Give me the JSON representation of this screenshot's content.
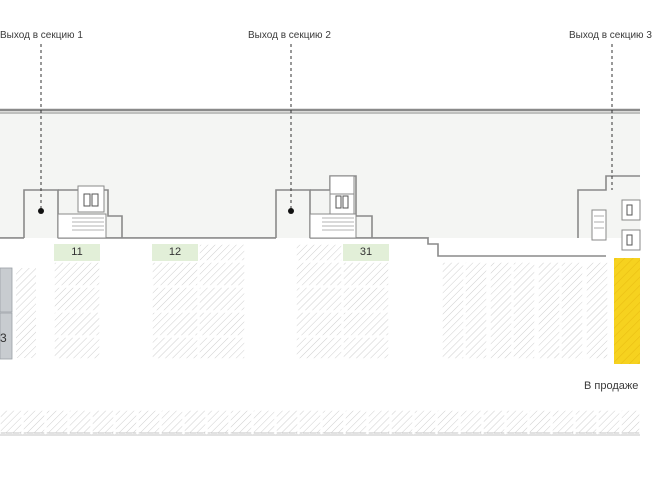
{
  "exits": [
    {
      "label": "Выход в секцию 1"
    },
    {
      "label": "Выход в секцию 2"
    },
    {
      "label": "Выход в секцию 3"
    }
  ],
  "spaces": [
    {
      "number": "11"
    },
    {
      "number": "12"
    },
    {
      "number": "31"
    }
  ],
  "edge_number": "3",
  "for_sale_label": "В продаже",
  "colors": {
    "wall": "#8a8a8a",
    "light_zone": "#f4f5f3",
    "hatch": "#cccccc",
    "highlight_green": "#e2efd8",
    "for_sale": "#f6d21f",
    "left_block": "#c8ccd0"
  },
  "icons": [
    "elevator-icon",
    "stairs-icon",
    "exit-marker-icon"
  ]
}
